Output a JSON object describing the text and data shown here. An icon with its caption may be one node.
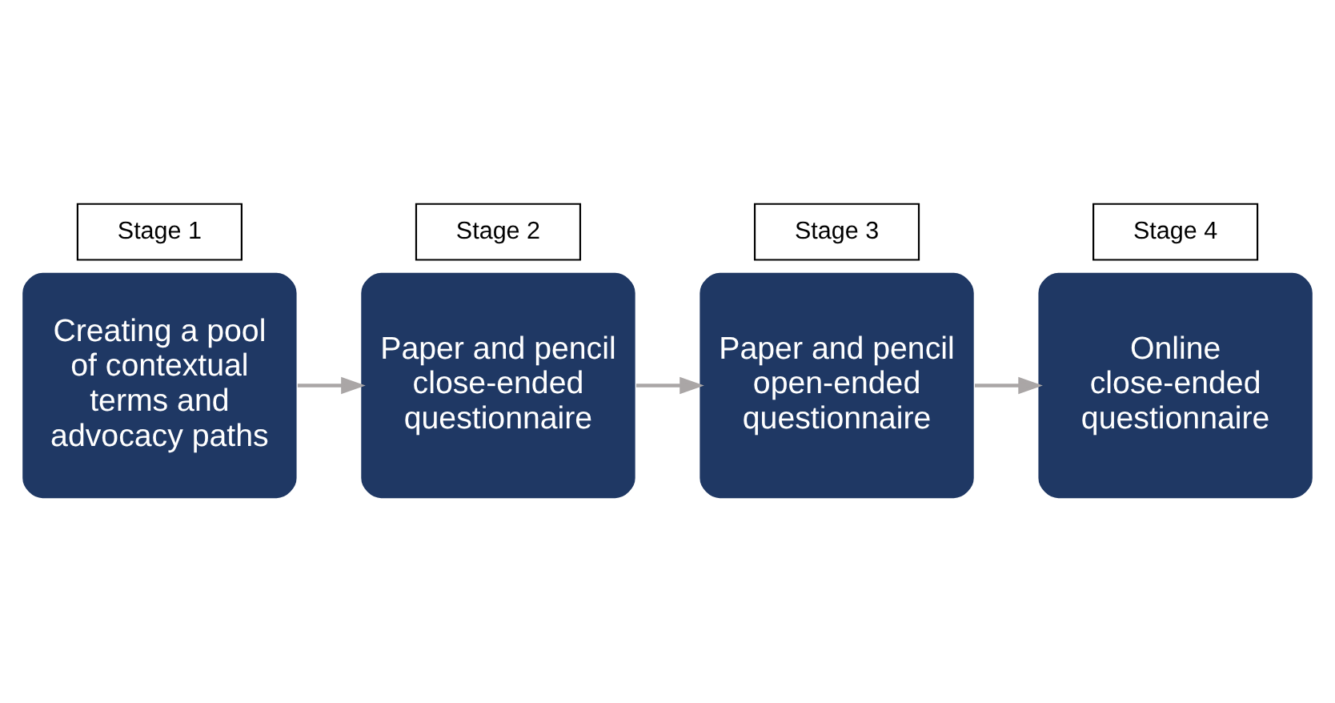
{
  "diagram": {
    "nodes": [
      {
        "text": [
          "Stage 1"
        ]
      },
      {
        "text": [
          "Creating a pool of contextual terms and advocacy paths"
        ]
      },
      {
        "text": [
          "Stage 2"
        ]
      },
      {
        "text": [
          "Paper and pencil close-ended questionnaire"
        ]
      },
      {
        "text": [
          "Stage 3"
        ]
      },
      {
        "text": [
          "Paper and pencil open-ended questionnaire"
        ]
      },
      {
        "text": [
          "Stage 4"
        ]
      },
      {
        "text": [
          "Online close-ended questionnaire"
        ]
      }
    ],
    "edges": [
      {
        "from": 1,
        "to": 3,
        "arrow": "to"
      },
      {
        "from": 3,
        "to": 5,
        "arrow": "to"
      },
      {
        "from": 5,
        "to": 7,
        "arrow": "to"
      }
    ]
  }
}
